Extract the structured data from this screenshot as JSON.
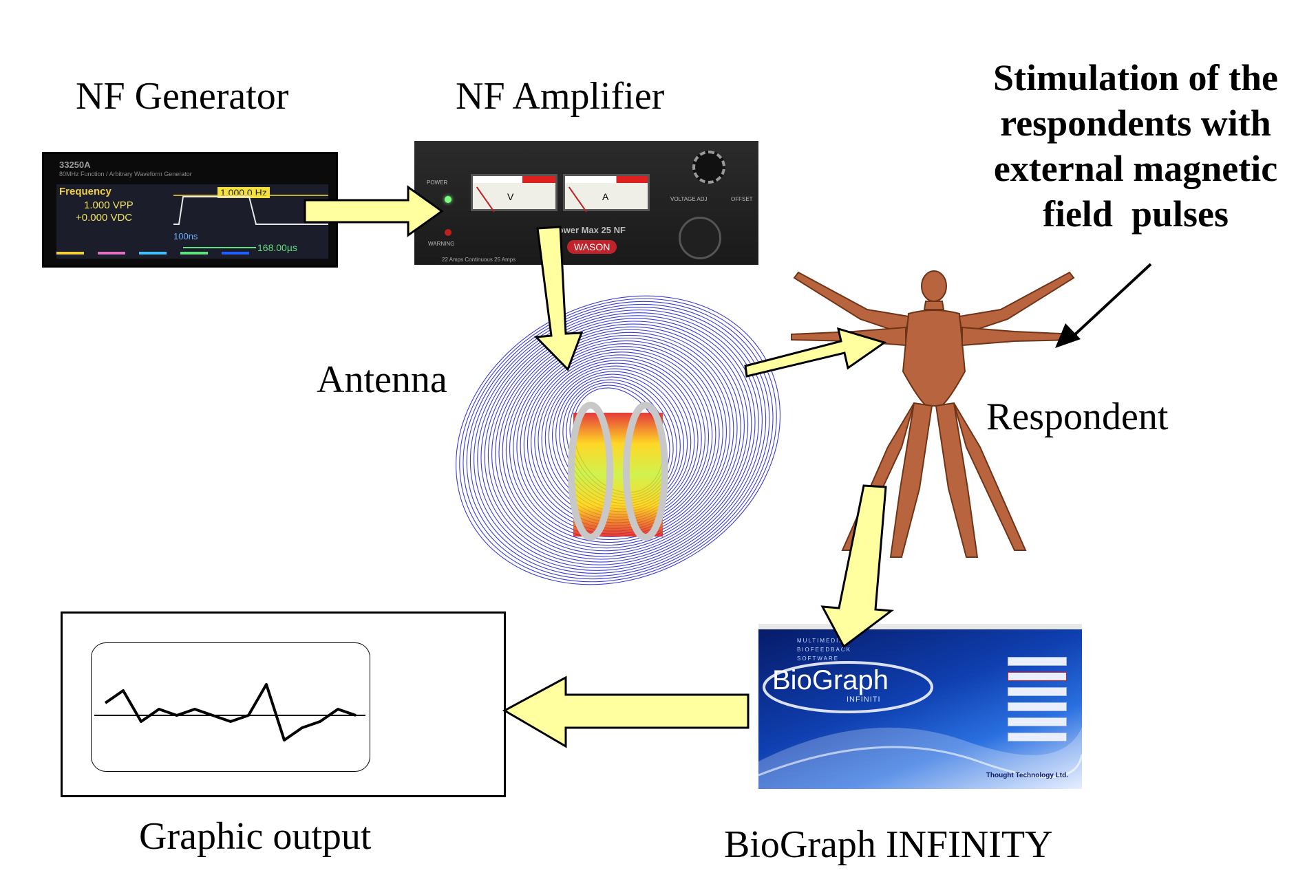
{
  "labels": {
    "nf_generator": "NF Generator",
    "nf_amplifier": "NF Amplifier",
    "antenna": "Antenna",
    "respondent": "Respondent",
    "biograph": "BioGraph INFINITY",
    "graphic_output": "Graphic output",
    "stimulation": [
      "Stimulation of the",
      "respondents with",
      "external magnetic",
      "field  pulses"
    ]
  },
  "generator": {
    "model": "33250A",
    "description": "80MHz Function / Arbitrary Waveform Generator",
    "frequency_label": "Frequency",
    "vpp": "1.000 VPP",
    "vdc": "+0.000 VDC",
    "frequency_value": "1,000.0 Hz",
    "edge": "100ns",
    "width": "168.00µs"
  },
  "amplifier": {
    "model": "Power Max 25 NF",
    "brand": "WASON",
    "meter_v": "V",
    "meter_a": "A",
    "power": "POWER",
    "warning": "WARNING",
    "voltage_adj": "VOLTAGE ADJ",
    "offset": "OFFSET",
    "spec": "22 Amps Continuous  25 Amps"
  },
  "biograph_screen": {
    "tagline": [
      "MULTIMEDIA",
      "BIOFEEDBACK",
      "SOFTWARE"
    ],
    "logo": "BioGraph",
    "logo_sub": "INFINITI",
    "vendor": "Thought Technology Ltd."
  },
  "colors": {
    "arrow_fill": "#ffffa0",
    "arrow_stroke": "#000000",
    "field_lines": "#3a3ad8"
  },
  "graphic_output_trace": [
    4,
    8,
    -2,
    2,
    0,
    2,
    0,
    -2,
    0,
    10,
    -8,
    -4,
    -2,
    2,
    0
  ]
}
